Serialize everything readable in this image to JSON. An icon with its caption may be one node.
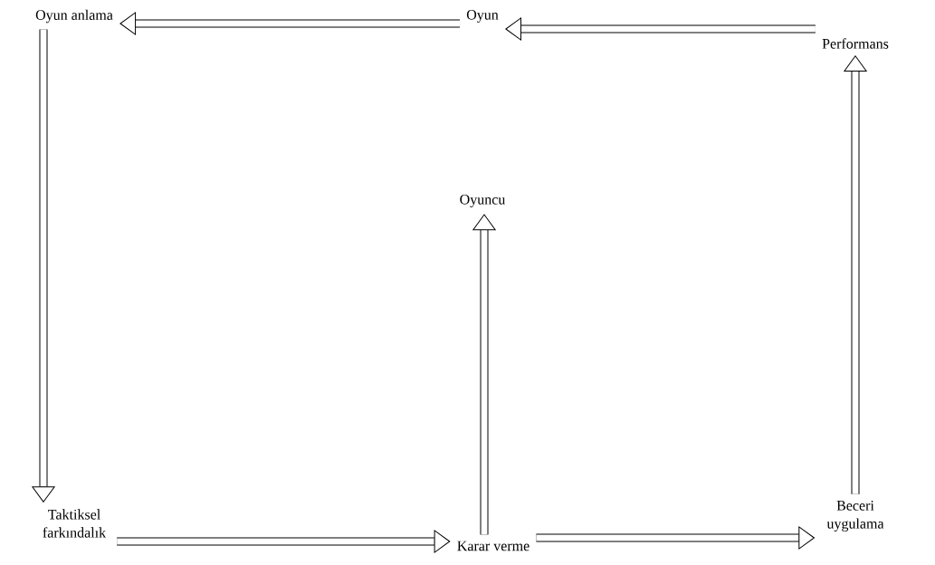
{
  "diagram": {
    "nodes": [
      {
        "text": [
          "Oyun anlama"
        ]
      },
      {
        "text": [
          "Oyun"
        ]
      },
      {
        "text": [
          "Performans"
        ]
      },
      {
        "text": [
          "Oyuncu"
        ]
      },
      {
        "text": [
          "Taktiksel farkındalık"
        ]
      },
      {
        "text": [
          "Karar verme"
        ]
      },
      {
        "text": [
          "Beceri uygulama"
        ]
      }
    ],
    "edges": [
      {
        "from": 1,
        "to": 0,
        "arrow": "to"
      },
      {
        "from": 2,
        "to": 1,
        "arrow": "to"
      },
      {
        "from": 0,
        "to": 4,
        "arrow": "to"
      },
      {
        "from": 4,
        "to": 5,
        "arrow": "to"
      },
      {
        "from": 5,
        "to": 3,
        "arrow": "to"
      },
      {
        "from": 5,
        "to": 6,
        "arrow": "to"
      },
      {
        "from": 6,
        "to": 2,
        "arrow": "to"
      }
    ]
  }
}
